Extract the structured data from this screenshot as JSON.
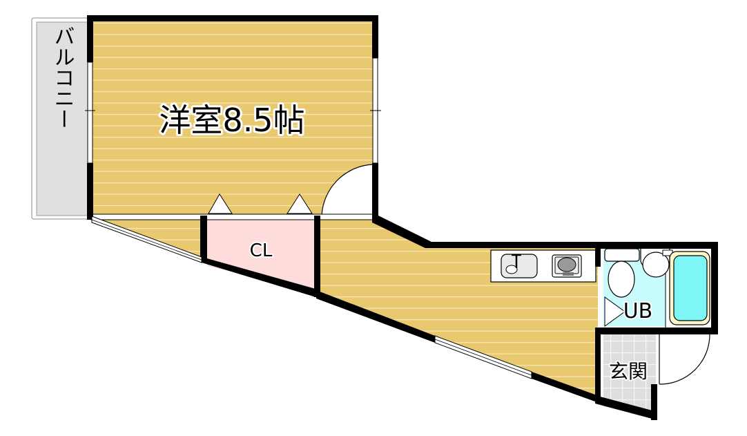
{
  "floorplan": {
    "rooms": {
      "western_room": {
        "label": "洋室8.5帖",
        "type": "洋室",
        "size_jo": "8.5"
      },
      "closet": {
        "label": "CL"
      },
      "unit_bath": {
        "label": "UB"
      },
      "entrance": {
        "label": "玄関"
      },
      "balcony": {
        "label": "バルコニー"
      }
    },
    "fixtures": [
      "sink-icon",
      "stove-icon",
      "toilet-icon",
      "washbasin-icon",
      "bathtub-icon"
    ],
    "colors": {
      "flooring": "#e8c96f",
      "floor_stripe": "#f6e6b4",
      "closet": "#ffdcdc",
      "bath": "#c8fcfc",
      "bathtub": "#7ff6f6",
      "entrance_tile": "#e0e0e0",
      "balcony": "#e0e0e0",
      "wall": "#000000"
    }
  }
}
